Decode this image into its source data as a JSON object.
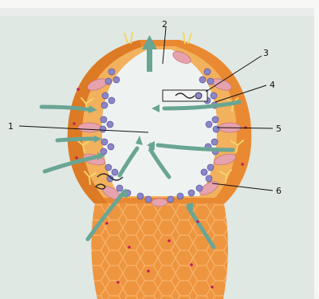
{
  "labels": {
    "l1": "1",
    "l2": "2",
    "l3": "3",
    "l4": "4",
    "l5": "5",
    "l6": "6"
  },
  "colors": {
    "background": "#dfe8e3",
    "cavity": "#eef3f1",
    "outer_wall": "#e7892f",
    "tube_grid": "#f3a659",
    "spicules": "#f3d56a",
    "choanocytes": "#8c86c8",
    "porocytes": "#e6a2ad",
    "arrows": "#6aa594",
    "pink_dots": "#c21e5a"
  }
}
